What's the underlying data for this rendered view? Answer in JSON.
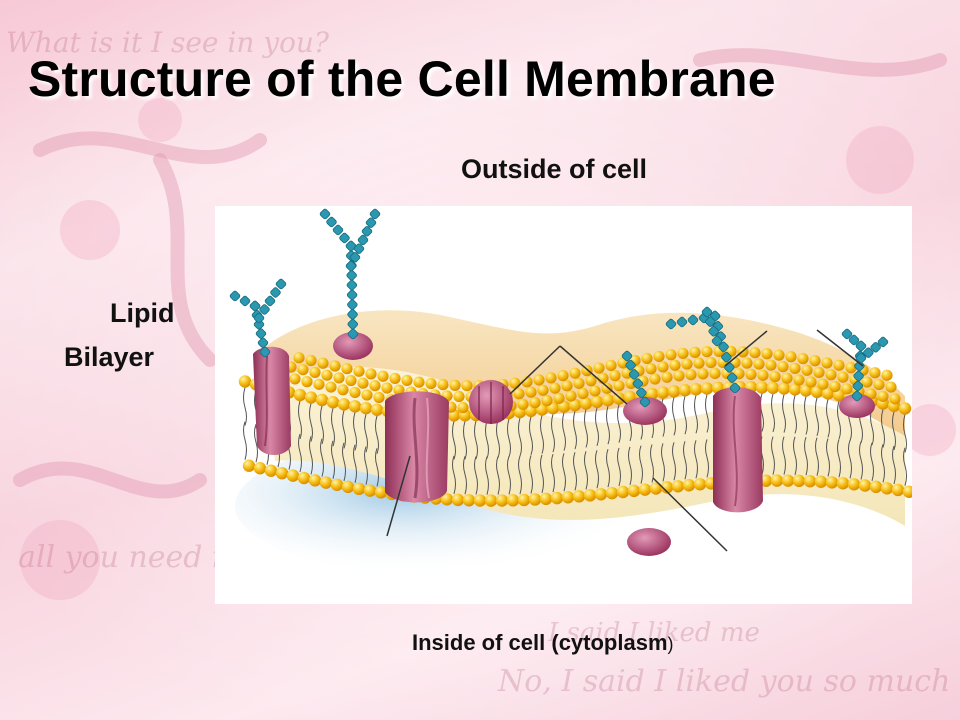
{
  "slide": {
    "title": "Structure of the Cell Membrane",
    "labels": {
      "outside": "Outside of cell",
      "lipid": "Lipid",
      "bilayer": "Bilayer",
      "inside": "Inside of cell (cytoplasm",
      "inside_paren": ")"
    },
    "background_text": [
      "What is it I see in you?",
      "all you need is",
      "I said I liked me",
      "No, I said I liked you so much"
    ]
  },
  "colors": {
    "head": "#f4b400",
    "protein": "#b24d73",
    "glycan": "#1f8fa6",
    "outer_face": "#f7d79a"
  }
}
